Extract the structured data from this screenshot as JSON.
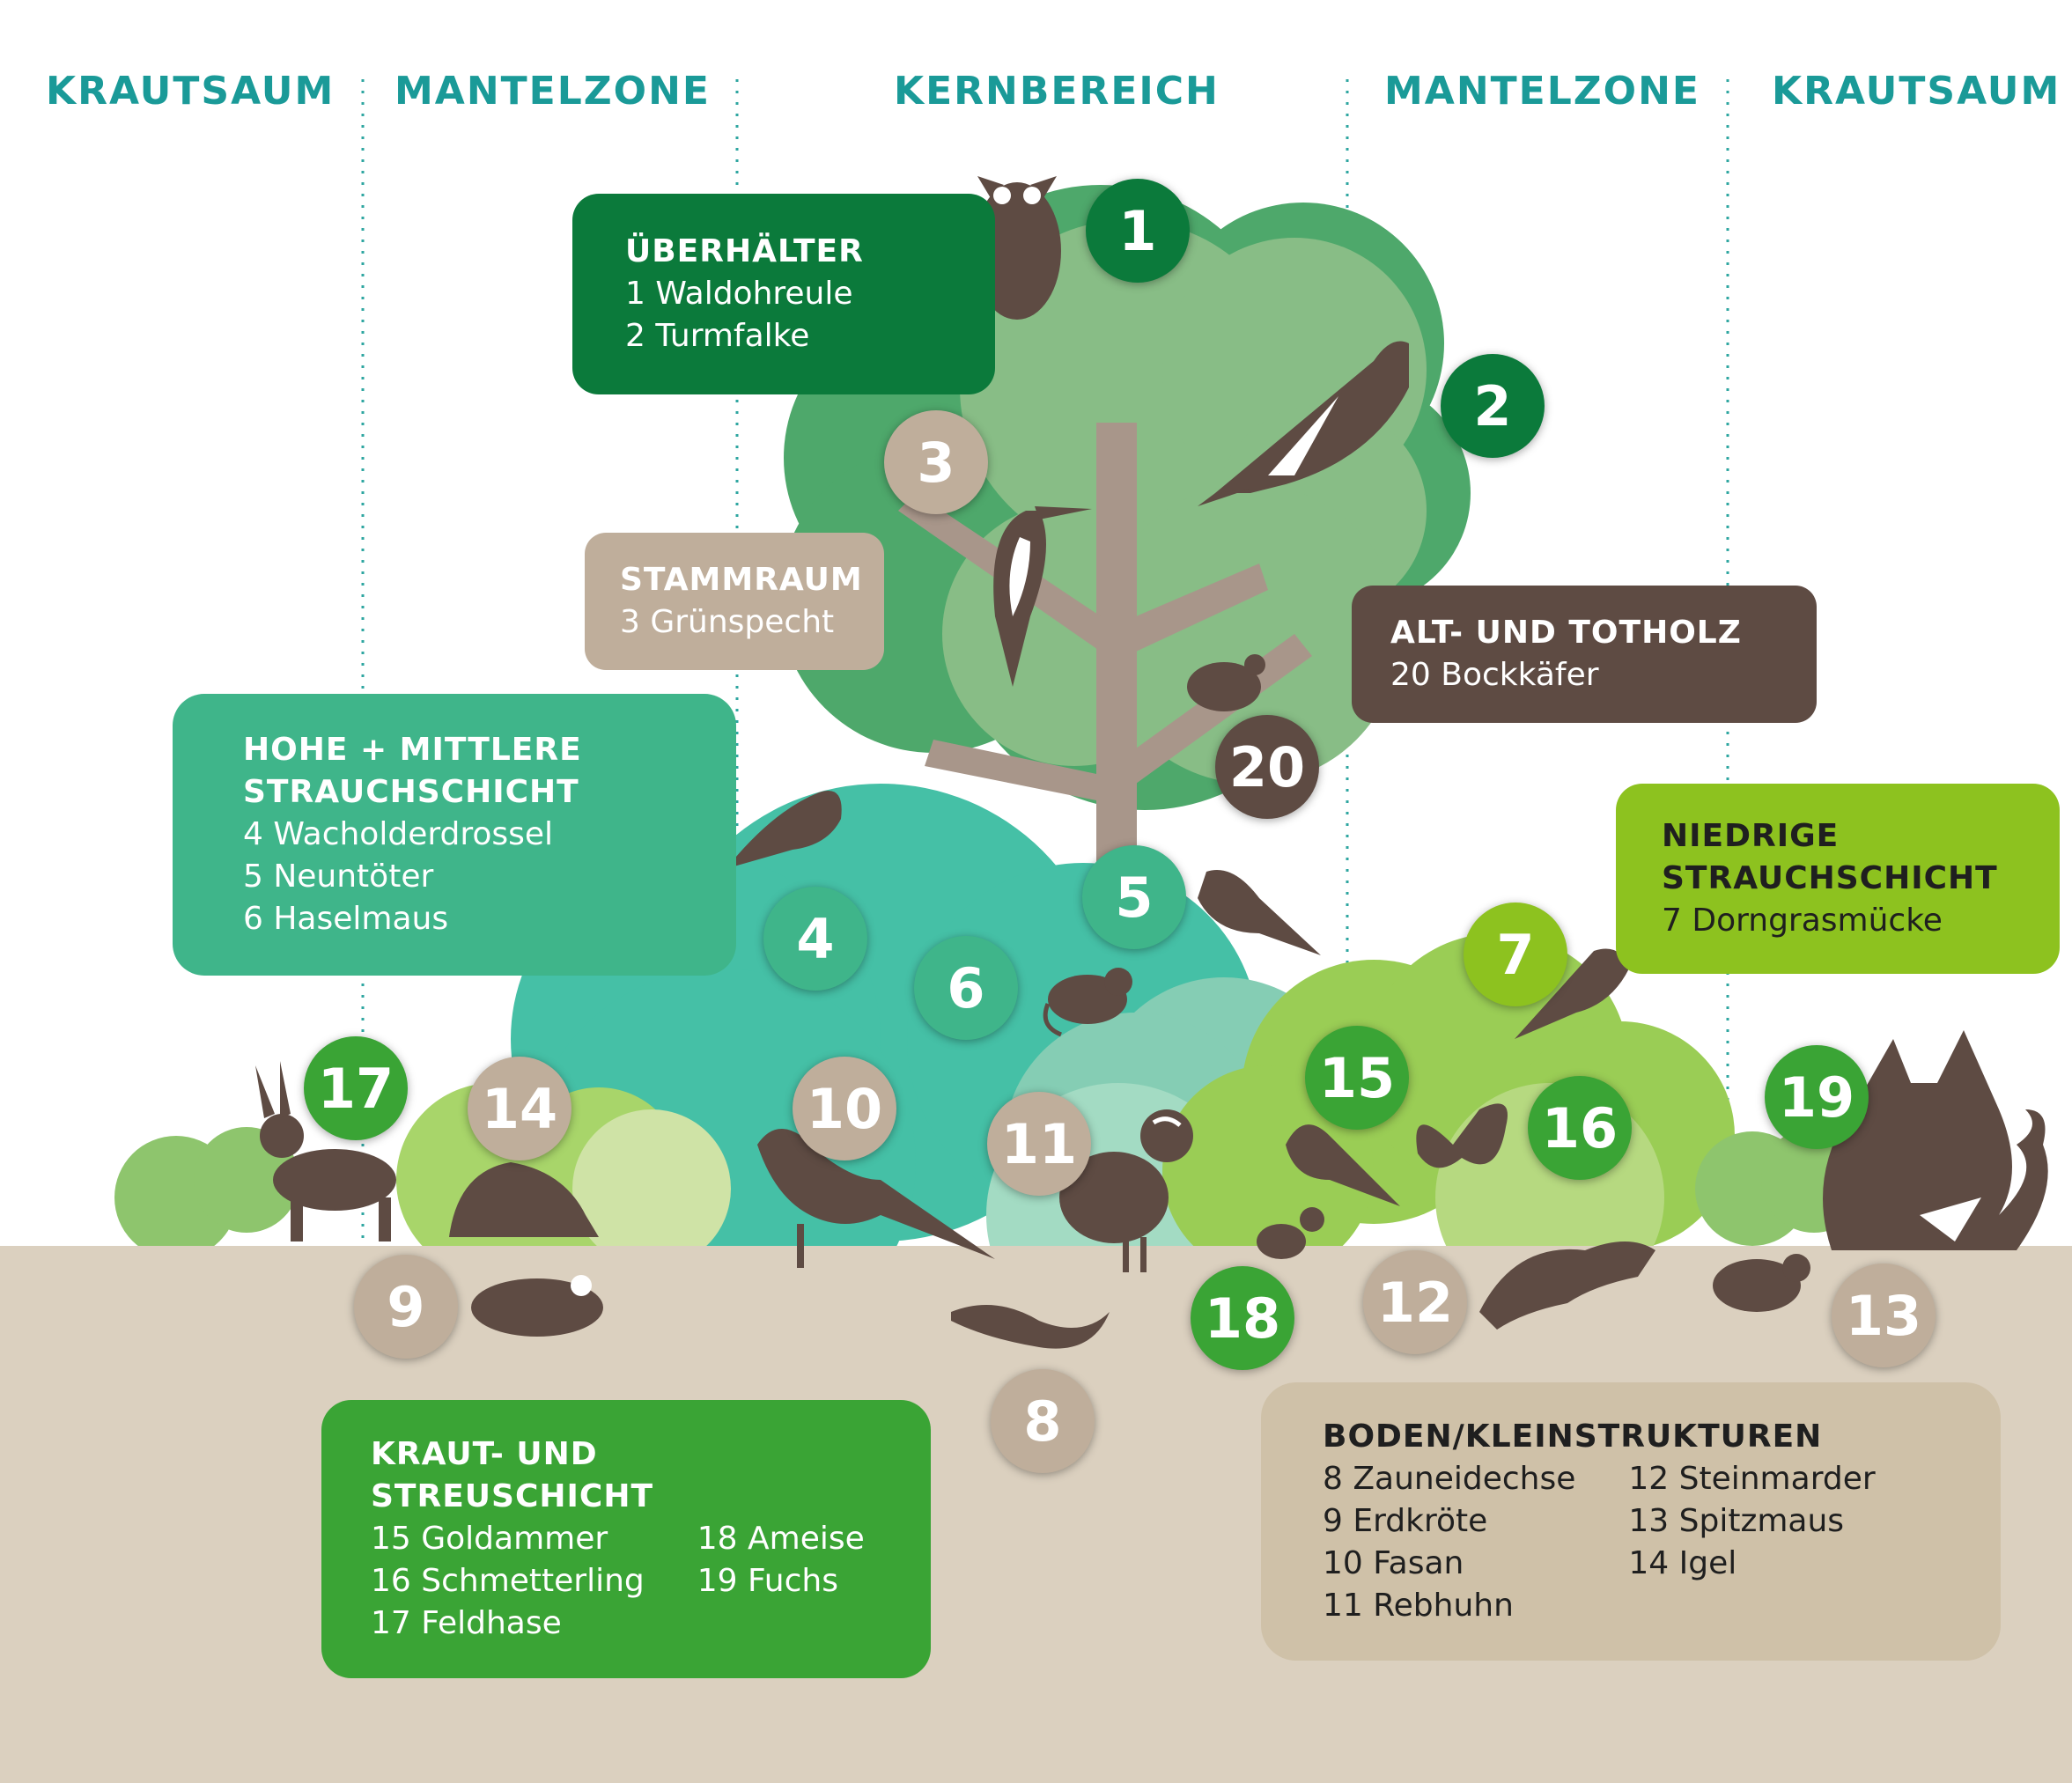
{
  "zones": [
    "KRAUTSAUM",
    "MANTELZONE",
    "KERNBEREICH",
    "MANTELZONE",
    "KRAUTSAUM"
  ],
  "boxes": {
    "ueberhaelter": {
      "title": "ÜBERHÄLTER",
      "items": [
        "1 Waldohreule",
        "2 Turmfalke"
      ]
    },
    "stammraum": {
      "title": "STAMMRAUM",
      "items": [
        "3 Grünspecht"
      ]
    },
    "totholz": {
      "title": "ALT- UND TOTHOLZ",
      "items": [
        "20 Bockkäfer"
      ]
    },
    "strauch_hoch": {
      "title_lines": [
        "HOHE + MITTLERE",
        "STRAUCHSCHICHT"
      ],
      "items": [
        "4 Wacholderdrossel",
        "5 Neuntöter",
        "6 Haselmaus"
      ]
    },
    "strauch_niedrig": {
      "title_lines": [
        "NIEDRIGE",
        "STRAUCHSCHICHT"
      ],
      "items": [
        "7 Dorngrasmücke"
      ]
    },
    "kraut": {
      "title": "KRAUT- UND STREUSCHICHT",
      "col1": [
        "15 Goldammer",
        "16 Schmetterling",
        "17 Feldhase"
      ],
      "col2": [
        "18 Ameise",
        "19 Fuchs"
      ]
    },
    "boden": {
      "title": "BODEN/KLEINSTRUKTUREN",
      "col1": [
        "8 Zauneidechse",
        "9 Erdkröte",
        "10 Fasan",
        "11 Rebhuhn"
      ],
      "col2": [
        "12 Steinmarder",
        "13 Spitzmaus",
        "14 Igel"
      ]
    }
  },
  "badges": [
    {
      "n": "1",
      "group": "ueberhaelter"
    },
    {
      "n": "2",
      "group": "ueberhaelter"
    },
    {
      "n": "3",
      "group": "stammraum"
    },
    {
      "n": "4",
      "group": "strauch_hoch"
    },
    {
      "n": "5",
      "group": "strauch_hoch"
    },
    {
      "n": "6",
      "group": "strauch_hoch"
    },
    {
      "n": "7",
      "group": "strauch_niedrig"
    },
    {
      "n": "8",
      "group": "boden"
    },
    {
      "n": "9",
      "group": "boden"
    },
    {
      "n": "10",
      "group": "boden"
    },
    {
      "n": "11",
      "group": "boden"
    },
    {
      "n": "12",
      "group": "boden"
    },
    {
      "n": "13",
      "group": "boden"
    },
    {
      "n": "14",
      "group": "boden"
    },
    {
      "n": "15",
      "group": "kraut"
    },
    {
      "n": "16",
      "group": "kraut"
    },
    {
      "n": "17",
      "group": "kraut"
    },
    {
      "n": "18",
      "group": "kraut"
    },
    {
      "n": "19",
      "group": "kraut"
    },
    {
      "n": "20",
      "group": "totholz"
    }
  ],
  "animals": [
    "owl-icon",
    "falcon-icon",
    "woodpecker-icon",
    "beetle-icon",
    "thrush-icon",
    "shrike-icon",
    "dormouse-icon",
    "warbler-icon",
    "hare-icon",
    "hedgehog-icon",
    "toad-icon",
    "pheasant-icon",
    "lizard-icon",
    "partridge-icon",
    "bunting-icon",
    "butterfly-icon",
    "ant-icon",
    "marten-icon",
    "shrew-icon",
    "fox-icon"
  ],
  "colors": {
    "zone_text": "#1a9a98",
    "dark_green": "#0b7a3b",
    "teal": "#3fb58a",
    "lime": "#8dc21f",
    "kraut_green": "#3aa435",
    "taupe": "#bfae9b",
    "brown": "#5e4b43",
    "ground": "#dbd0bf"
  }
}
